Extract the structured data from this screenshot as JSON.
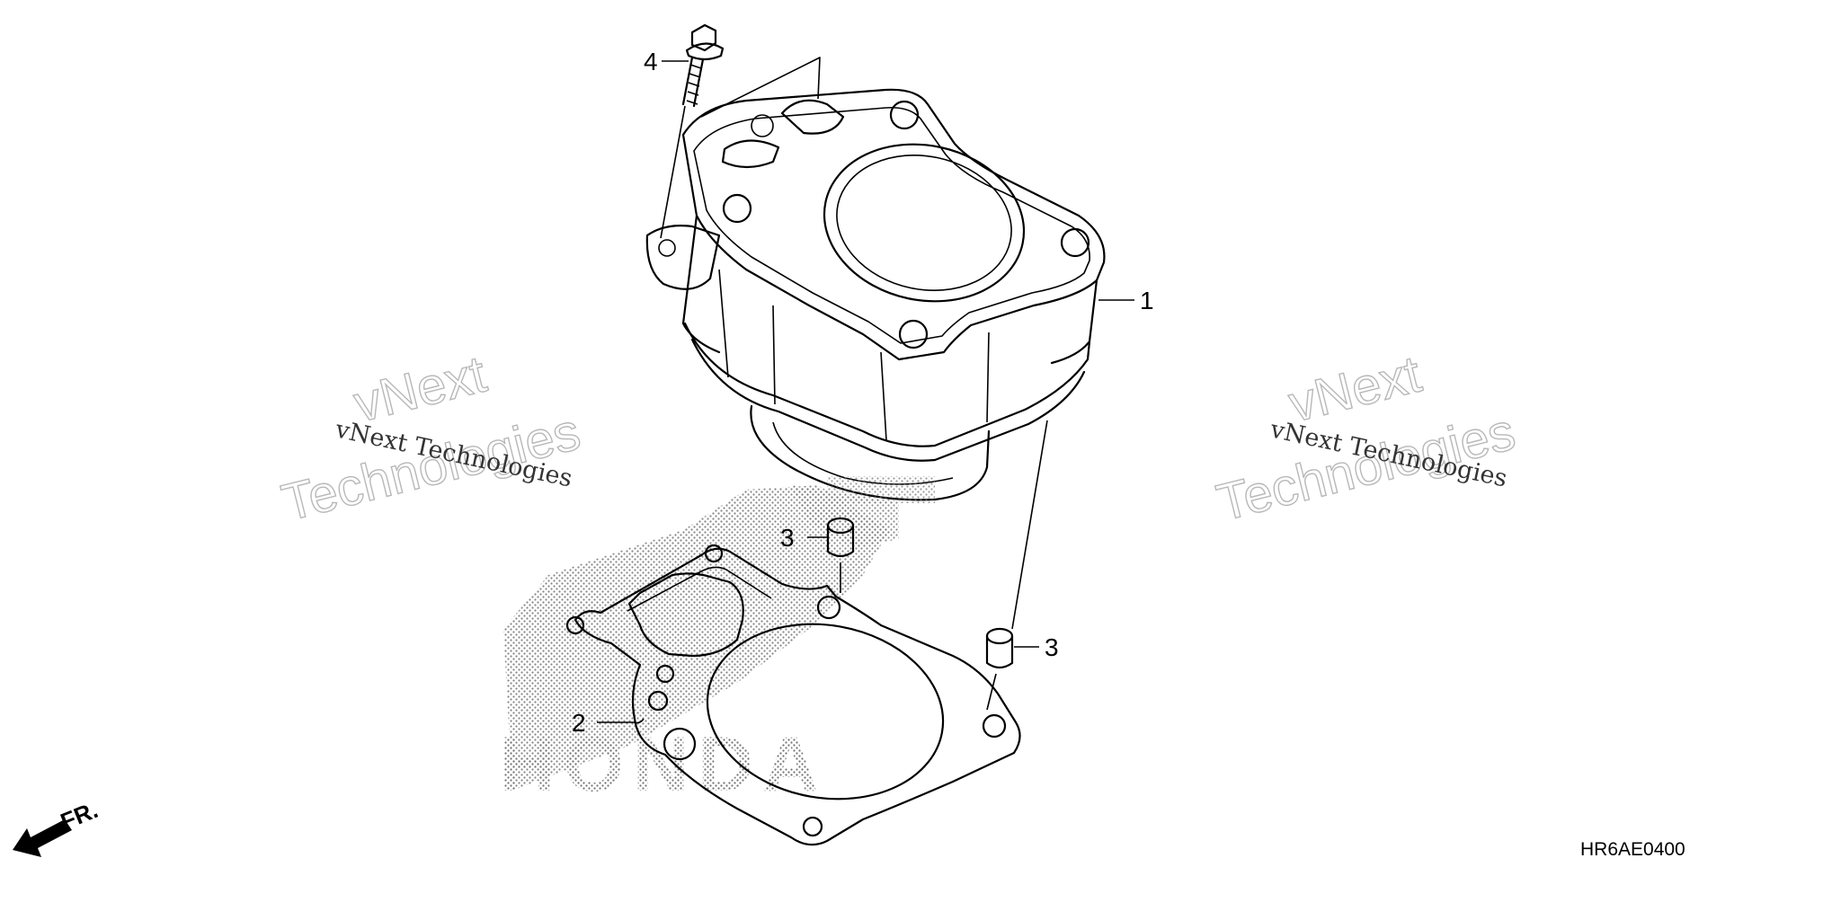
{
  "diagram": {
    "callouts": {
      "c1": "1",
      "c2": "2",
      "c3a": "3",
      "c3b": "3",
      "c4": "4"
    },
    "front_label": "FR.",
    "ref_code": "HR6AE0400",
    "watermark": {
      "big_line1": "vNext",
      "big_line2": "Technologies",
      "small": "vNext Technologies"
    },
    "brand_mark": "HONDA"
  }
}
